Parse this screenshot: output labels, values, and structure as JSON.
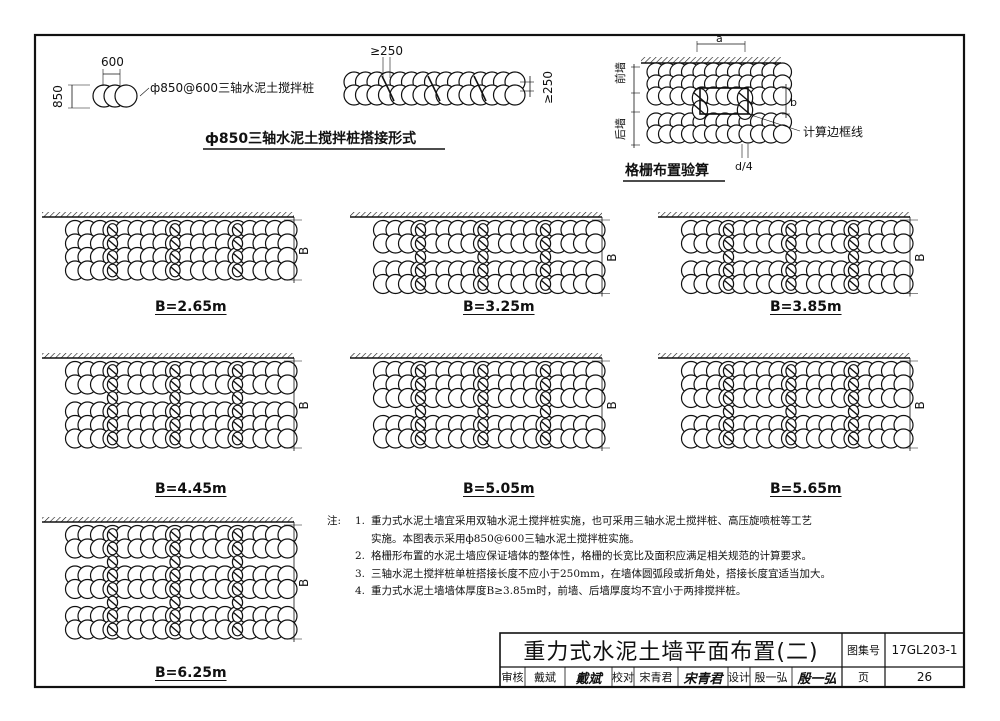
{
  "top": {
    "single_pile": {
      "width_dim": "600",
      "height_dim": "850",
      "label": "ф850@600三轴水泥土搅拌桩"
    },
    "overlap": {
      "overlap_dim": "≥250",
      "spacing_dim": "≥250"
    },
    "caption": "ф850三轴水泥土搅拌桩搭接形式",
    "grid_check": {
      "dim_a": "a",
      "dim_b": "b",
      "dim_d": "d/4",
      "front_wall": "前墙",
      "back_wall": "后墙",
      "boundary_label": "计算边框线",
      "caption": "格栅布置验算"
    }
  },
  "panels": [
    {
      "label": "B=2.65m",
      "dim": "B"
    },
    {
      "label": "B=3.25m",
      "dim": "B"
    },
    {
      "label": "B=3.85m",
      "dim": "B"
    },
    {
      "label": "B=4.45m",
      "dim": "B"
    },
    {
      "label": "B=5.05m",
      "dim": "B"
    },
    {
      "label": "B=5.65m",
      "dim": "B"
    },
    {
      "label": "B=6.25m",
      "dim": "B"
    }
  ],
  "notes": {
    "lead": "注:",
    "items": [
      {
        "num": "1.",
        "lines": [
          "重力式水泥土墙宜采用双轴水泥土搅拌桩实施，也可采用三轴水泥土搅拌桩、高压旋喷桩等工艺",
          "实施。本图表示采用ф850@600三轴水泥土搅拌桩实施。"
        ]
      },
      {
        "num": "2.",
        "lines": [
          "格栅形布置的水泥土墙应保证墙体的整体性，格栅的长宽比及面积应满足相关规范的计算要求。"
        ]
      },
      {
        "num": "3.",
        "lines": [
          "三轴水泥土搅拌桩单桩搭接长度不应小于250mm，在墙体圆弧段或折角处，搭接长度宜适当加大。"
        ]
      },
      {
        "num": "4.",
        "lines": [
          "重力式水泥土墙墙体厚度B≥3.85m时，前墙、后墙厚度均不宜小于两排搅拌桩。"
        ]
      }
    ]
  },
  "title_block": {
    "title": "重力式水泥土墙平面布置(二)",
    "atlas_label": "图集号",
    "atlas_no": "17GL203-1",
    "page_label": "页",
    "page_no": "26",
    "review_label": "审核",
    "reviewer": "戴斌",
    "reviewer_sig": "戴斌",
    "check_label": "校对",
    "checker": "宋青君",
    "checker_sig": "宋青君",
    "design_label": "设计",
    "designer": "殷一弘",
    "designer_sig": "殷一弘"
  }
}
